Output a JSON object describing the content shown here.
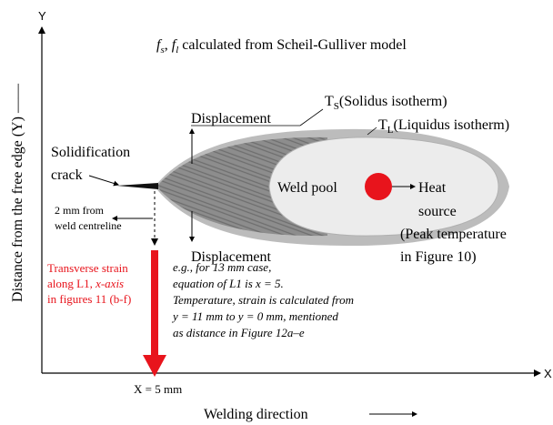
{
  "title": {
    "f1": "f",
    "s1": "s",
    "sep": ", ",
    "f2": "f",
    "s2": "l",
    "rest": " calculated from Scheil-Gulliver model"
  },
  "axes": {
    "y_axis_letter": "Y",
    "x_axis_letter": "X",
    "y_label": "Distance from the free edge  (Y) ——",
    "x_position": "X = 5 mm",
    "welding_direction": "Welding direction"
  },
  "labels": {
    "displacement_top": "Displacement",
    "displacement_bottom": "Displacement",
    "ts_T": "T",
    "ts_sub": "S",
    "ts_rest": "(Solidus isotherm)",
    "tl_T": "T",
    "tl_sub": "L",
    "tl_rest": "(Liquidus isotherm)",
    "crack_line1": "Solidification",
    "crack_line2": "crack",
    "weld_pool": "Weld pool",
    "heat_source": [
      "Heat",
      "source",
      "(Peak temperature",
      "in Figure 10)"
    ],
    "centreline": [
      "2 mm from",
      "weld centreline"
    ],
    "transverse_strain": {
      "line1": "Transverse strain",
      "line2_pre": "along L1, ",
      "line2_italic": "x-axis",
      "line3": "in figures 11 (b-f)"
    },
    "example_note": [
      "e.g., for 13 mm case,",
      "equation of L1 is x = 5.",
      "Temperature, strain is calculated from",
      "y = 11 mm to y = 0 mm, mentioned",
      "as distance in Figure 12a–e"
    ]
  },
  "colors": {
    "heat_source": "#e8141c",
    "strain_arrow": "#e8141c",
    "strain_text": "#e8141c",
    "weld_pool": "#ececec",
    "mushy_zone": "#9a9a9a",
    "outer_isotherm": "#bcbcbc",
    "axis": "#000000"
  }
}
